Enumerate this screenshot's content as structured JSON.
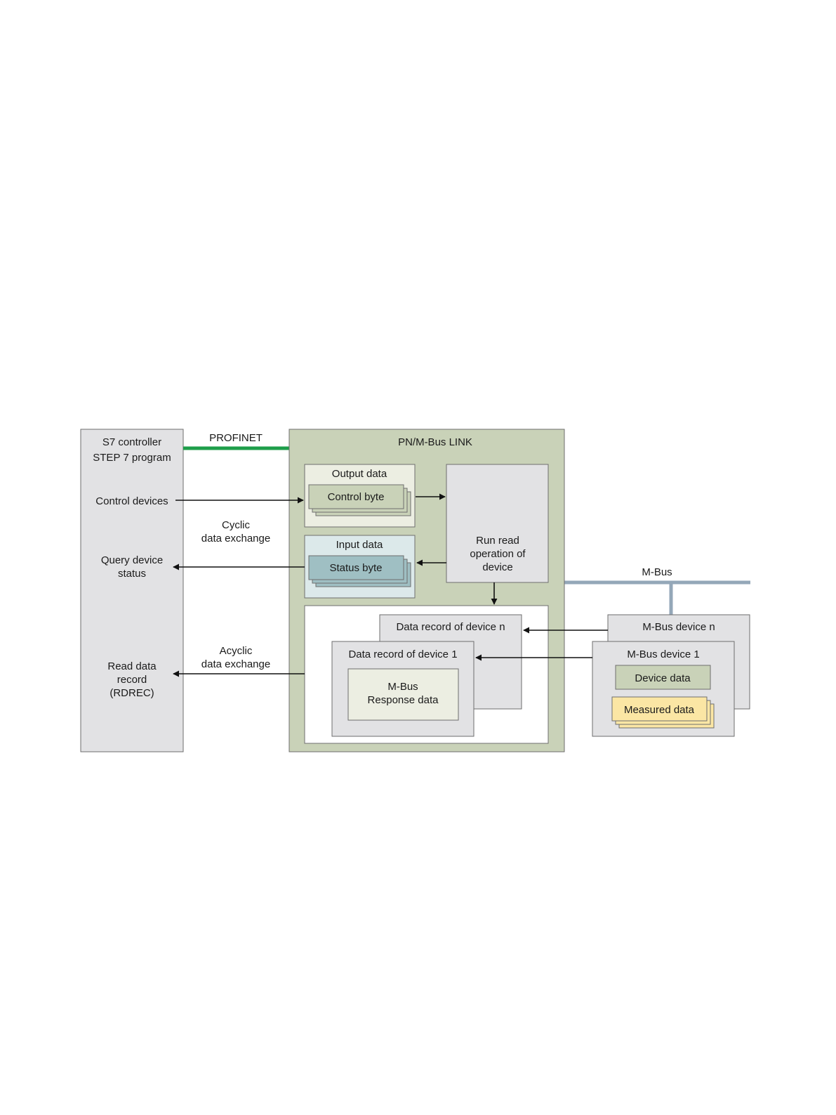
{
  "colors": {
    "profinet": "#1e9e4a",
    "mbus": "#94a7b8",
    "link_bg": "#c9d2b8",
    "controller_bg": "#e2e2e4",
    "output_bg": "#eceee2",
    "control_byte_bg": "#c9d2b8",
    "input_bg": "#dce9ea",
    "status_byte_bg": "#9fbfc3",
    "device_data_bg": "#c9d2b8",
    "measured_data_bg": "#fbe6a4"
  },
  "controller": {
    "title_line1": "S7 controller",
    "title_line2": "STEP 7 program",
    "control_devices": "Control devices",
    "query_line1": "Query device",
    "query_line2": "status",
    "read_line1": "Read data",
    "read_line2": "record",
    "read_line3": "(RDREC)"
  },
  "profinet": {
    "label": "PROFINET"
  },
  "cyclic": {
    "line1": "Cyclic",
    "line2": "data exchange"
  },
  "acyclic": {
    "line1": "Acyclic",
    "line2": "data exchange"
  },
  "link": {
    "title": "PN/M-Bus LINK",
    "output_data": "Output data",
    "control_byte": "Control byte",
    "input_data": "Input data",
    "status_byte": "Status byte",
    "run_line1": "Run read",
    "run_line2": "operation of",
    "run_line3": "device",
    "record_n": "Data record of device n",
    "record_1": "Data record of device 1",
    "response_line1": "M-Bus",
    "response_line2": "Response data"
  },
  "mbus": {
    "label": "M-Bus",
    "device_n": "M-Bus device n",
    "device_1": "M-Bus device 1",
    "device_data": "Device data",
    "measured_data": "Measured data"
  }
}
